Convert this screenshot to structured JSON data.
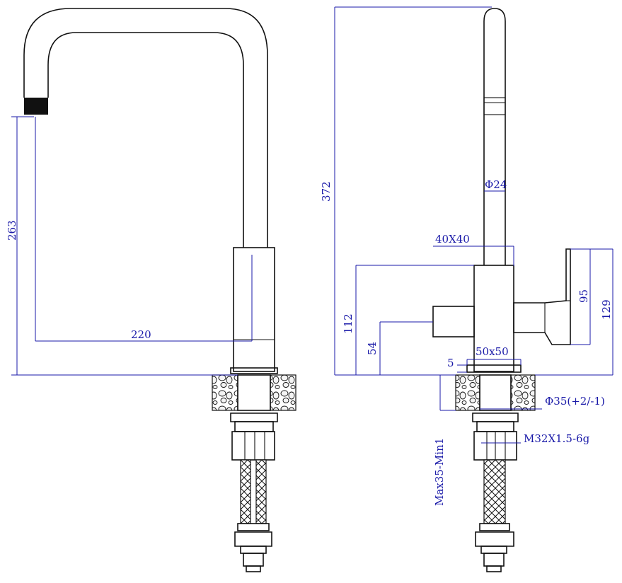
{
  "dimensions": {
    "spout_height": "263",
    "spout_reach": "220",
    "total_height": "372",
    "pipe_diameter": "Φ24",
    "body_section": "40X40",
    "base_height": "112",
    "inlet_height": "54",
    "handle_height": "95",
    "handle_top": "129",
    "base_section": "50x50",
    "gasket": "5",
    "hole_diameter": "Φ35(+2/-1)",
    "thread": "M32X1.5-6g",
    "deck_thickness": "Max35-Min1"
  },
  "colors": {
    "ink": "#111111",
    "dimension": "#1a1aa8"
  }
}
